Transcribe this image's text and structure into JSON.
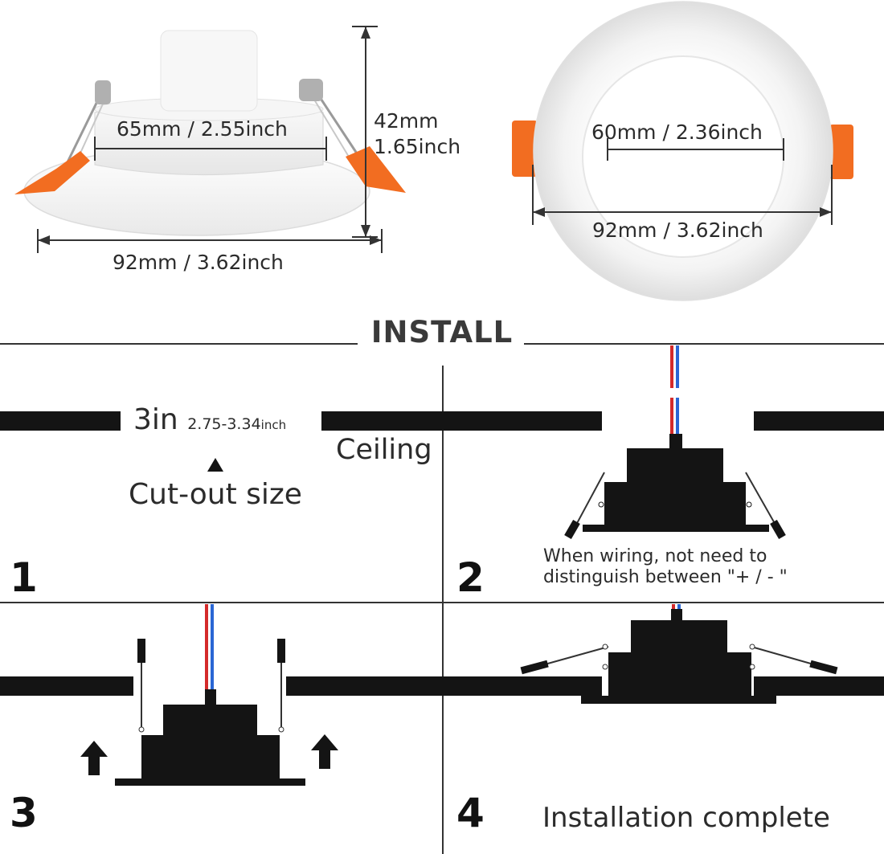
{
  "top_left": {
    "inner_diameter": "65mm / 2.55inch",
    "height_mm": "42mm",
    "height_inch": "1.65inch",
    "outer_diameter": "92mm / 3.62inch"
  },
  "top_right": {
    "inner_diameter": "60mm / 2.36inch",
    "outer_diameter": "92mm / 3.62inch"
  },
  "section_title": "INSTALL",
  "steps": [
    {
      "number": "1",
      "cutout_main": "3in",
      "cutout_range": "2.75-3.34",
      "cutout_unit": "inch",
      "ceiling_label": "Ceiling",
      "cutout_caption": "Cut-out size"
    },
    {
      "number": "2",
      "note_line1": "When wiring, not need to",
      "note_line2": "distinguish between \"+ / - \""
    },
    {
      "number": "3"
    },
    {
      "number": "4",
      "caption": "Installation complete"
    }
  ],
  "colors": {
    "orange_clip": "#f26d21",
    "wire_red": "#d42a2a",
    "wire_blue": "#2a66d4",
    "silhouette": "#141414",
    "ring": "#f4f4f4"
  }
}
